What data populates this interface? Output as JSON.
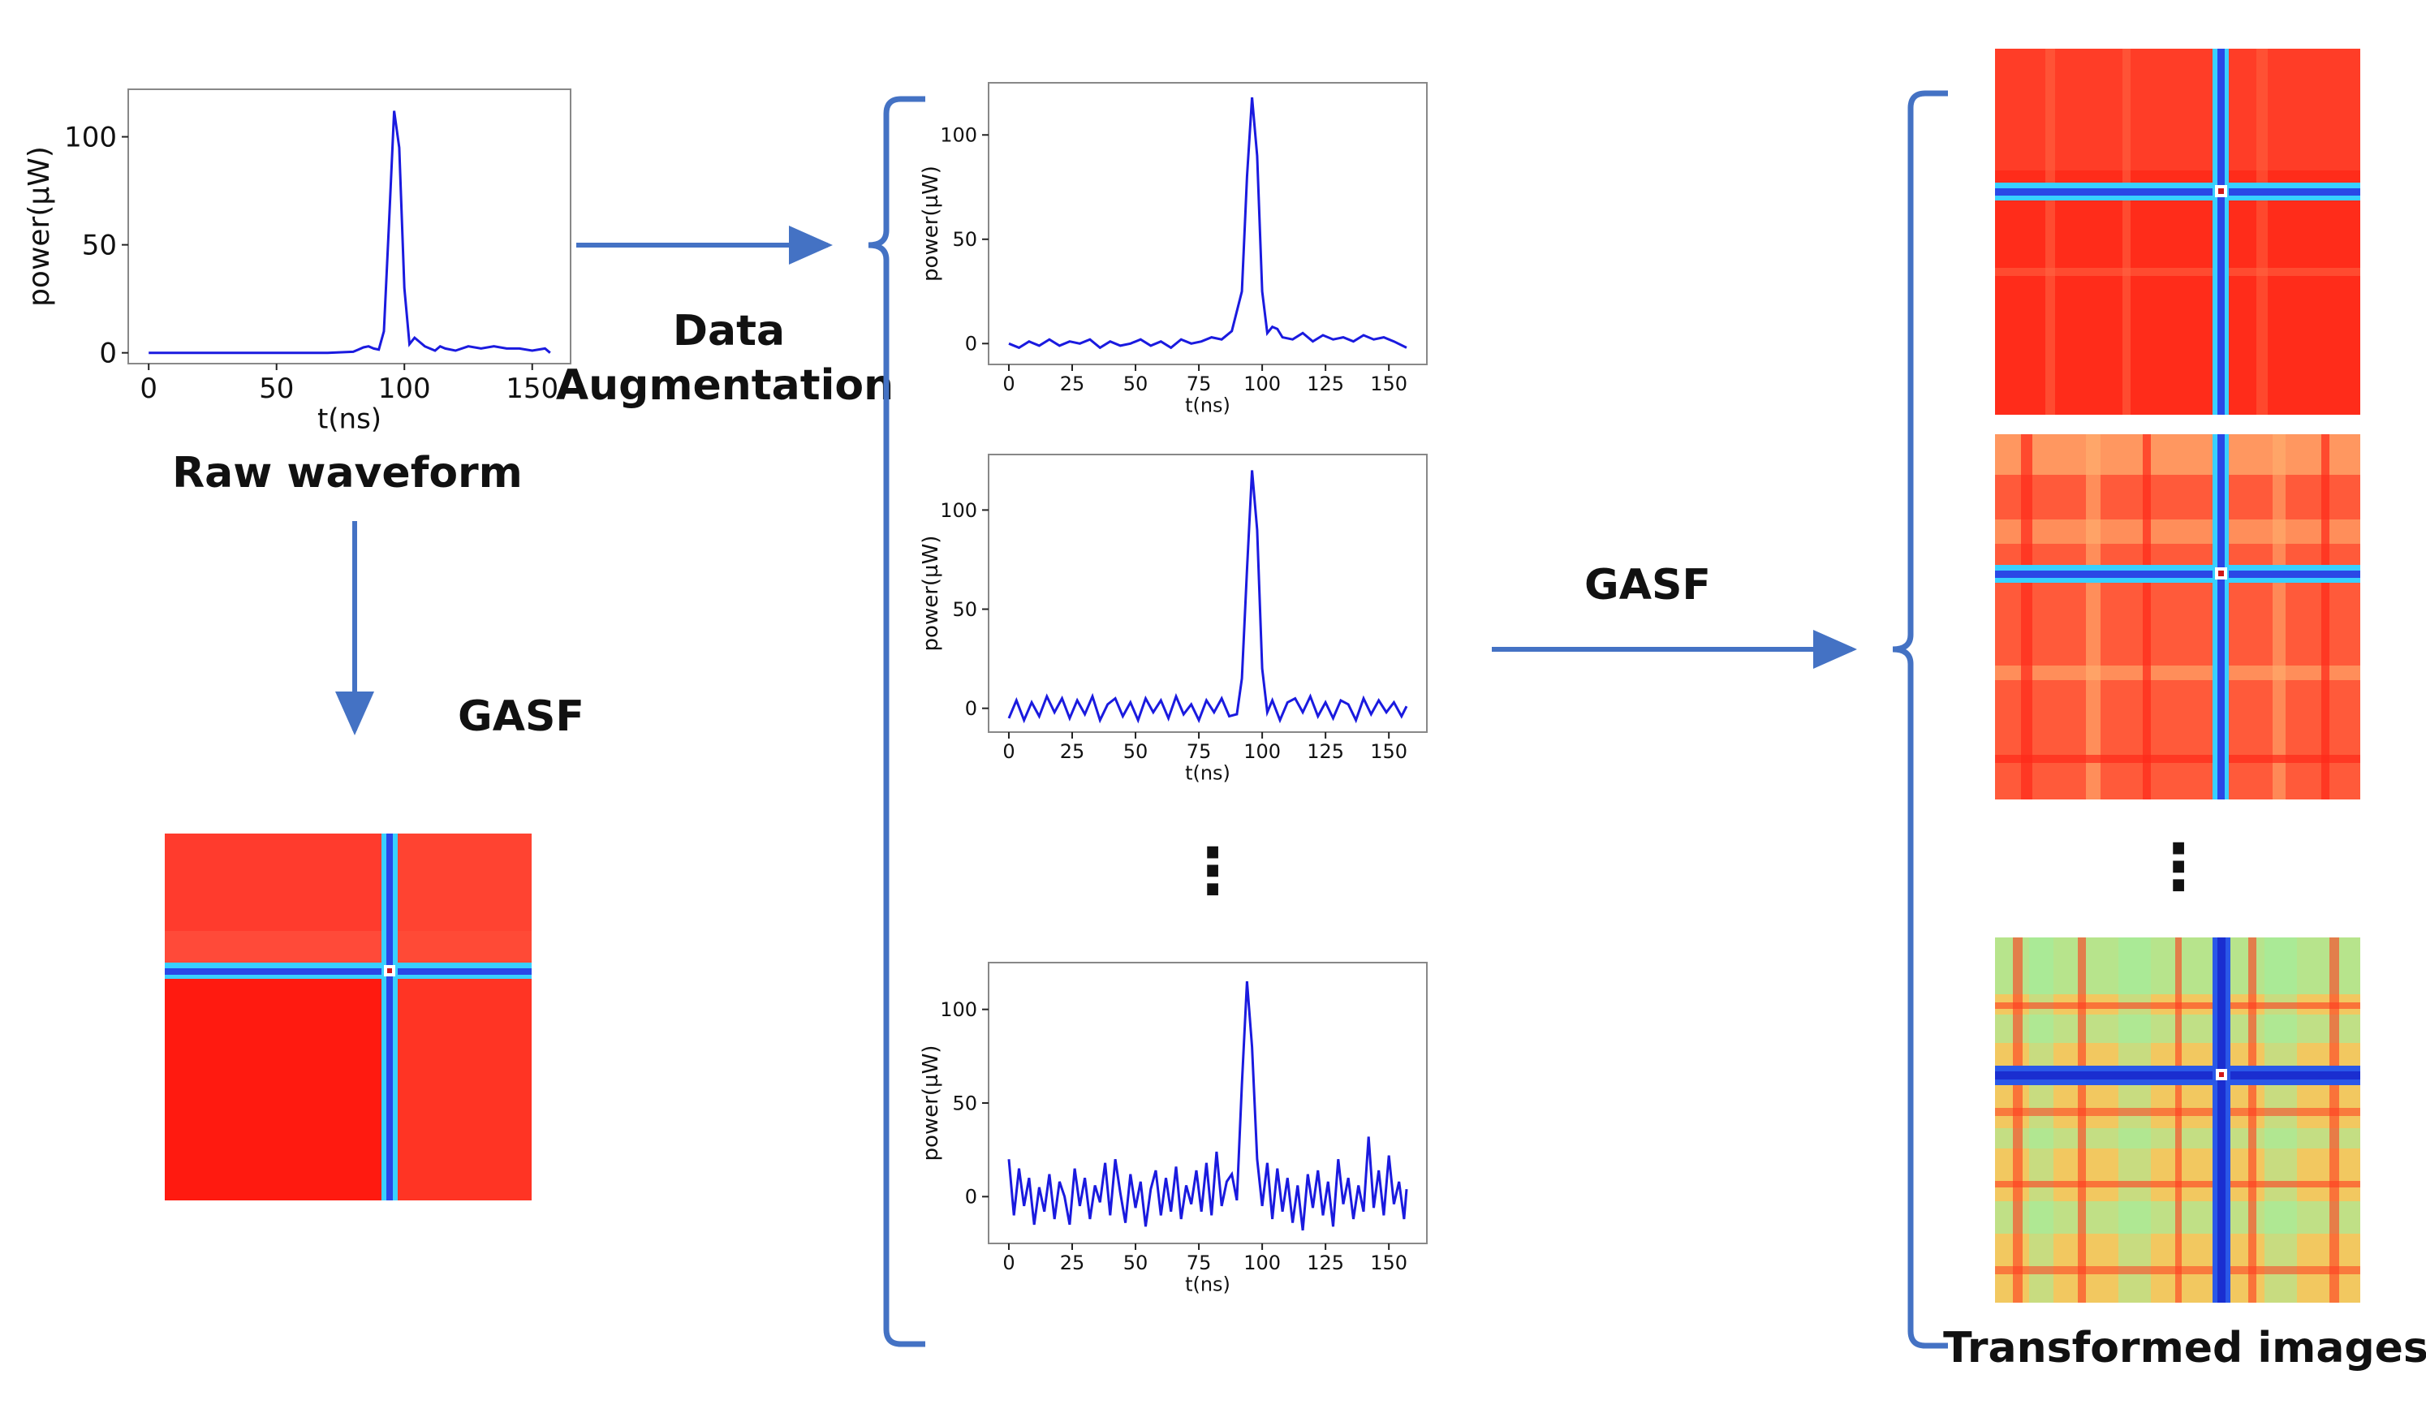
{
  "labels": {
    "raw_waveform": "Raw waveform",
    "data_augmentation_line1": "Data",
    "data_augmentation_line2": "Augmentation",
    "gasf_left": "GASF",
    "gasf_middle": "GASF",
    "transformed_images": "Transformed images",
    "ellipsis": "⋮"
  },
  "colors": {
    "arrow": "#4472c4",
    "waveform": "#1a1adf",
    "gasf_background": "#ff2a1a",
    "gasf_cross": "#2a58e8"
  },
  "chart_data": [
    {
      "type": "line",
      "name": "raw",
      "xlabel": "t(ns)",
      "ylabel": "power(µW)",
      "xlim": [
        -8,
        165
      ],
      "ylim": [
        -5,
        122
      ],
      "xticks": [
        0,
        50,
        100,
        150
      ],
      "yticks": [
        0,
        50,
        100
      ],
      "x": [
        0,
        10,
        20,
        30,
        40,
        50,
        60,
        70,
        80,
        82,
        84,
        86,
        88,
        90,
        92,
        94,
        96,
        98,
        100,
        102,
        104,
        106,
        108,
        110,
        112,
        114,
        116,
        120,
        125,
        130,
        135,
        140,
        145,
        150,
        155,
        157
      ],
      "y": [
        0,
        0,
        0,
        0,
        0,
        0,
        0,
        0,
        0.5,
        1.5,
        2.5,
        3,
        2,
        1.5,
        10,
        60,
        112,
        95,
        30,
        4,
        7,
        5,
        3,
        2,
        1,
        3,
        2,
        1,
        3,
        2,
        3,
        2,
        2,
        1,
        2,
        0
      ]
    },
    {
      "type": "line",
      "name": "aug1",
      "xlabel": "t(ns)",
      "ylabel": "power(µW)",
      "xlim": [
        -8,
        165
      ],
      "ylim": [
        -10,
        125
      ],
      "xticks": [
        0,
        25,
        50,
        75,
        100,
        125,
        150
      ],
      "yticks": [
        0,
        50,
        100
      ],
      "x": [
        0,
        4,
        8,
        12,
        16,
        20,
        24,
        28,
        32,
        36,
        40,
        44,
        48,
        52,
        56,
        60,
        64,
        68,
        72,
        76,
        80,
        84,
        88,
        92,
        94,
        96,
        98,
        100,
        102,
        104,
        106,
        108,
        112,
        116,
        120,
        124,
        128,
        132,
        136,
        140,
        144,
        148,
        152,
        157
      ],
      "y": [
        0,
        -2,
        1,
        -1,
        2,
        -1,
        1,
        0,
        2,
        -2,
        1,
        -1,
        0,
        2,
        -1,
        1,
        -2,
        2,
        0,
        1,
        3,
        2,
        6,
        25,
        80,
        118,
        90,
        25,
        5,
        8,
        7,
        3,
        2,
        5,
        1,
        4,
        2,
        3,
        1,
        4,
        2,
        3,
        1,
        -2
      ]
    },
    {
      "type": "line",
      "name": "aug2",
      "xlabel": "t(ns)",
      "ylabel": "power(µW)",
      "xlim": [
        -8,
        165
      ],
      "ylim": [
        -12,
        128
      ],
      "xticks": [
        0,
        25,
        50,
        75,
        100,
        125,
        150
      ],
      "yticks": [
        0,
        50,
        100
      ],
      "x": [
        0,
        3,
        6,
        9,
        12,
        15,
        18,
        21,
        24,
        27,
        30,
        33,
        36,
        39,
        42,
        45,
        48,
        51,
        54,
        57,
        60,
        63,
        66,
        69,
        72,
        75,
        78,
        81,
        84,
        87,
        90,
        92,
        94,
        96,
        98,
        100,
        102,
        104,
        107,
        110,
        113,
        116,
        119,
        122,
        125,
        128,
        131,
        134,
        137,
        140,
        143,
        146,
        149,
        152,
        155,
        157
      ],
      "y": [
        -5,
        4,
        -6,
        3,
        -4,
        6,
        -2,
        5,
        -5,
        4,
        -3,
        6,
        -6,
        2,
        5,
        -4,
        3,
        -6,
        5,
        -2,
        4,
        -5,
        6,
        -3,
        2,
        -6,
        4,
        -2,
        5,
        -4,
        -3,
        15,
        70,
        120,
        90,
        20,
        -2,
        4,
        -6,
        3,
        5,
        -2,
        6,
        -4,
        3,
        -5,
        4,
        2,
        -6,
        5,
        -3,
        4,
        -2,
        3,
        -4,
        1
      ]
    },
    {
      "type": "line",
      "name": "aug3",
      "xlabel": "t(ns)",
      "ylabel": "power(µW)",
      "xlim": [
        -8,
        165
      ],
      "ylim": [
        -25,
        125
      ],
      "xticks": [
        0,
        25,
        50,
        75,
        100,
        125,
        150
      ],
      "yticks": [
        0,
        50,
        100
      ],
      "x": [
        0,
        2,
        4,
        6,
        8,
        10,
        12,
        14,
        16,
        18,
        20,
        22,
        24,
        26,
        28,
        30,
        32,
        34,
        36,
        38,
        40,
        42,
        44,
        46,
        48,
        50,
        52,
        54,
        56,
        58,
        60,
        62,
        64,
        66,
        68,
        70,
        72,
        74,
        76,
        78,
        80,
        82,
        84,
        86,
        88,
        90,
        92,
        94,
        96,
        98,
        100,
        102,
        104,
        106,
        108,
        110,
        112,
        114,
        116,
        118,
        120,
        122,
        124,
        126,
        128,
        130,
        132,
        134,
        136,
        138,
        140,
        142,
        144,
        146,
        148,
        150,
        152,
        154,
        156,
        157
      ],
      "y": [
        20,
        -10,
        15,
        -5,
        10,
        -15,
        5,
        -8,
        12,
        -12,
        8,
        0,
        -15,
        15,
        -5,
        10,
        -12,
        6,
        -3,
        18,
        -10,
        20,
        2,
        -14,
        12,
        -6,
        8,
        -16,
        4,
        14,
        -10,
        10,
        -8,
        16,
        -12,
        6,
        -4,
        14,
        -8,
        18,
        -10,
        24,
        -5,
        8,
        12,
        -2,
        60,
        115,
        80,
        20,
        -5,
        18,
        -12,
        15,
        -8,
        10,
        -14,
        6,
        -18,
        12,
        -6,
        14,
        -10,
        8,
        -16,
        20,
        -4,
        10,
        -12,
        6,
        -8,
        32,
        -6,
        14,
        -10,
        22,
        -4,
        8,
        -12,
        4
      ]
    }
  ]
}
